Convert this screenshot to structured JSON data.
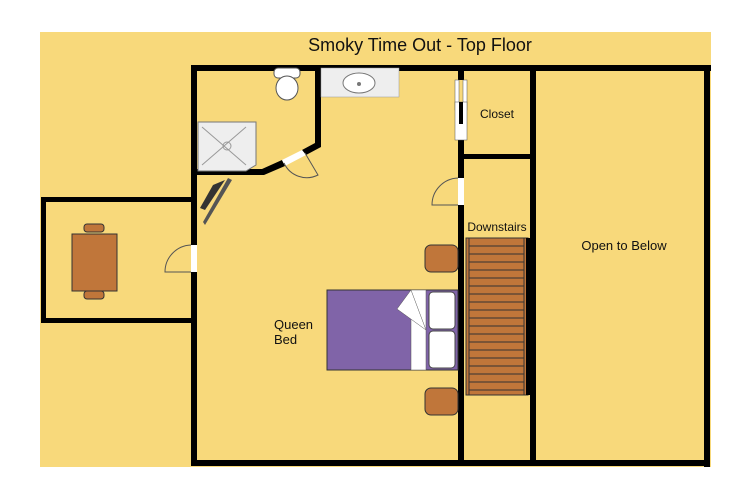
{
  "title": "Smoky Time Out - Top Floor",
  "rooms": {
    "closet": "Closet",
    "downstairs": "Downstairs",
    "open_to_below": "Open to Below",
    "bed_line1": "Queen",
    "bed_line2": "Bed"
  },
  "colors": {
    "floor": "#F8D97B",
    "wall": "#000000",
    "bed": "#8064A8",
    "wood": "#C0763A",
    "fixture": "#EEEEEE"
  }
}
